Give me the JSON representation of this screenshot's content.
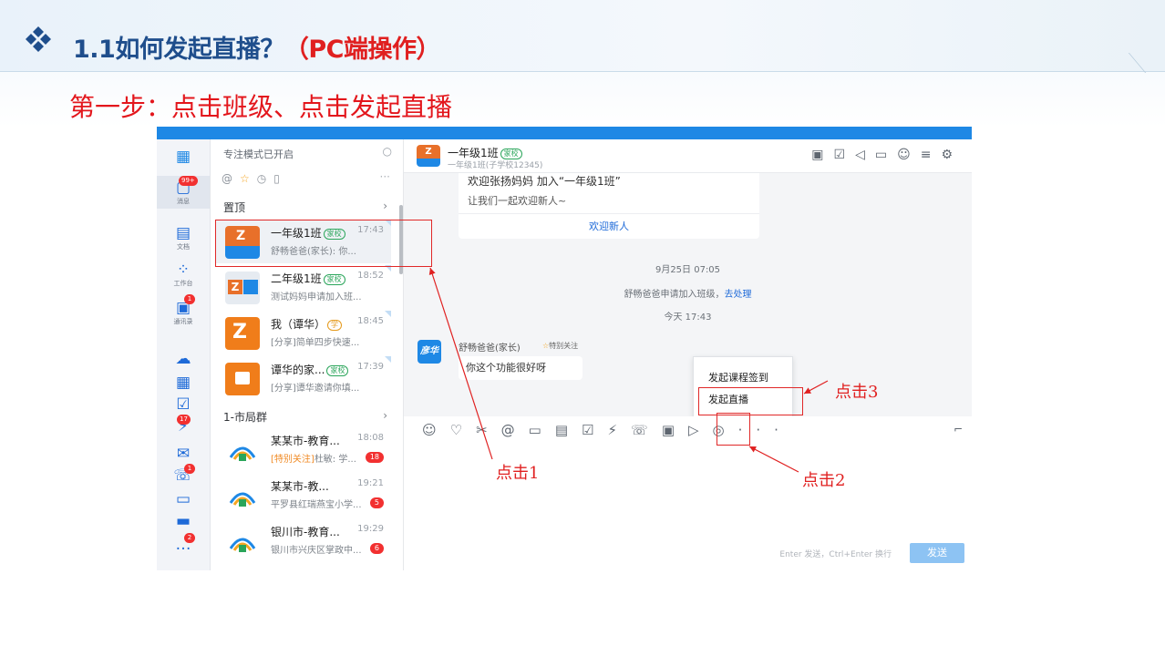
{
  "slide": {
    "title_prefix": "1.1如何发起直播？",
    "title_suffix": "（PC端操作）",
    "step_heading": "第一步：点击班级、点击发起直播"
  },
  "left_nav": {
    "messages_badge": "99+",
    "messages_label": "消息",
    "docs_label": "文档",
    "workbench_label": "工作台",
    "contacts_label": "通讯录",
    "contacts_badge": "1",
    "app_badge_1": "17",
    "app_badge_2": "1",
    "more_badge": "2"
  },
  "conversations": {
    "focus_mode": "专注模式已开启",
    "pinned_header": "置顶",
    "group_header": "1-市局群",
    "items": [
      {
        "name": "一年级1班",
        "tag": "家校",
        "time": "17:43",
        "preview": "舒畅爸爸(家长): 你..."
      },
      {
        "name": "二年级1班",
        "tag": "家校",
        "time": "18:52",
        "preview": "测试妈妈申请加入班..."
      },
      {
        "name": "我（谭华）",
        "tag": "学",
        "time": "18:45",
        "preview": "[分享]简单四步快速..."
      },
      {
        "name": "谭华的家...",
        "tag": "家校",
        "time": "17:39",
        "preview": "[分享]谭华邀请你填..."
      },
      {
        "name": "某某市-教育...",
        "time": "18:08",
        "preview_highlight": "[特别关注]",
        "preview": "杜敏: 学...",
        "count": "18"
      },
      {
        "name": "某某市-教...",
        "time": "19:21",
        "preview": "平罗县红瑞燕宝小学...",
        "count": "5"
      },
      {
        "name": "银川市-教育...",
        "time": "19:29",
        "preview": "银川市兴庆区掌政中...",
        "count": "6"
      }
    ]
  },
  "chat": {
    "title": "一年级1班",
    "title_tag": "家校",
    "subtitle": "一年级1班(子学校12345)",
    "welcome_top": "欢迎张扬妈妈 加入“一年级1班”",
    "welcome_message": "让我们一起欢迎新人~",
    "welcome_button": "欢迎新人",
    "timestamp_1": "9月25日 07:05",
    "join_request_text": "舒畅爸爸申请加入班级，",
    "join_request_link": "去处理",
    "timestamp_2": "今天 17:43",
    "sender_avatar_text": "彦华",
    "sender_name": "舒畅爸爸(家长)",
    "special_tag": "特别关注",
    "bubble_text": "你这个功能很好呀",
    "popup_item_1": "发起课程签到",
    "popup_item_2": "发起直播",
    "send_hint": "Enter 发送，Ctrl+Enter 换行",
    "send_button": "发送"
  },
  "annotations": {
    "click_1": "点击1",
    "click_2": "点击2",
    "click_3": "点击3"
  },
  "colors": {
    "title_blue": "#1f4e8c",
    "accent_red": "#e02020",
    "brand_blue": "#1e88e5"
  }
}
